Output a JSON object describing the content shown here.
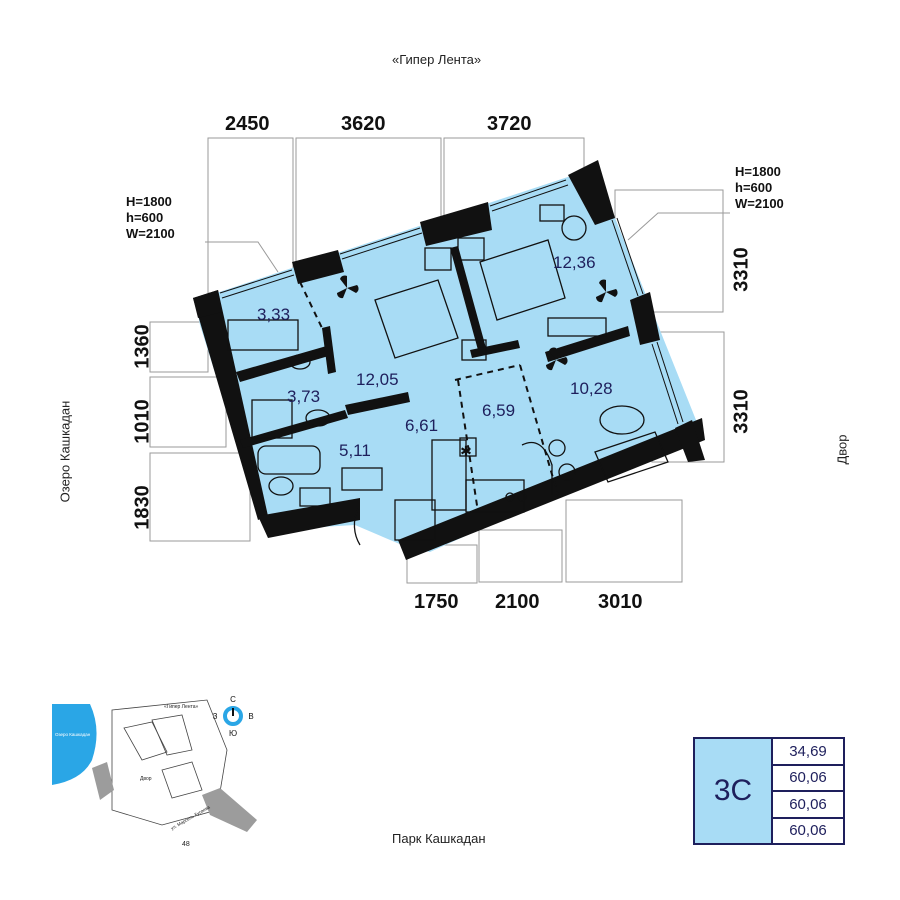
{
  "streets": {
    "top": "«Гипер Лента»",
    "left": "Озеро Кашкадан",
    "right": "Двор",
    "bottom": "Парк Кашкадан"
  },
  "dimensions": {
    "top": [
      "2450",
      "3620",
      "3720"
    ],
    "bottom": [
      "1750",
      "2100",
      "3010"
    ],
    "left": [
      "1360",
      "1010",
      "1830"
    ],
    "right": [
      "3310",
      "3310"
    ]
  },
  "window_specs": {
    "left": [
      "H=1800",
      "h=600",
      "W=2100"
    ],
    "right": [
      "H=1800",
      "h=600",
      "W=2100"
    ]
  },
  "room_areas": [
    "3,33",
    "12,05",
    "12,36",
    "3,73",
    "6,61",
    "6,59",
    "10,28",
    "5,11"
  ],
  "site_plan": {
    "label_top": "«Гипер Лента»",
    "label_lake": "Озеро Кашкадан",
    "label_yard": "Двор",
    "label_street": "ул. Марсель Хусаева",
    "number": "48",
    "compass": {
      "n": "С",
      "s": "Ю",
      "w": "З",
      "e": "В"
    }
  },
  "apartment": {
    "type": "3С",
    "areas": [
      "34,69",
      "60,06",
      "60,06",
      "60,06"
    ]
  },
  "colors": {
    "room_fill": "#a8dcf5",
    "wall": "#111111",
    "accent": "#1e1f5c",
    "lake": "#2aa6e6"
  }
}
